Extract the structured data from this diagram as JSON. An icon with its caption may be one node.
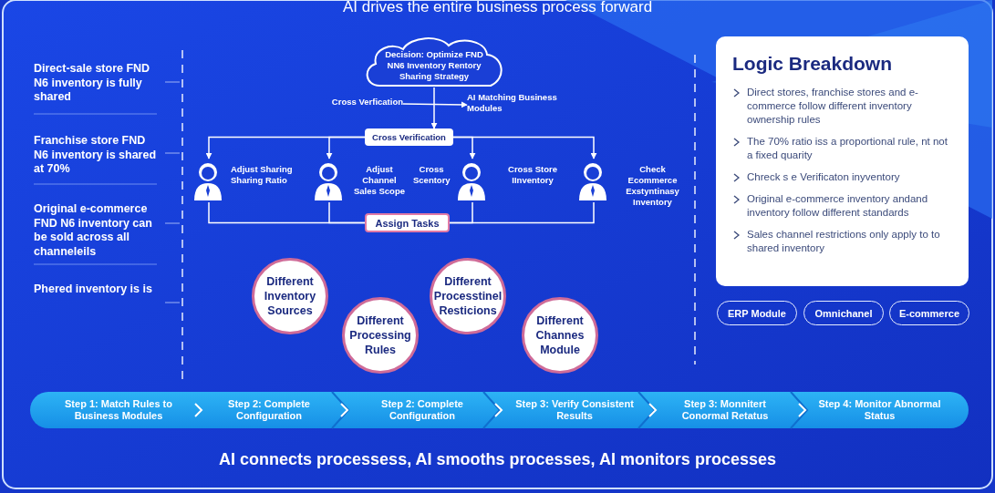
{
  "diagram": {
    "title": "AI drives the entire business process forward",
    "caption": "AI connects processess, AI smooths processes, AI monitors processes",
    "nodes": [
      {
        "text": [
          "Decision: Optimize FND NN6 Inventory Rentory Sharing Strategy"
        ]
      },
      {
        "text": [
          "Cross Verfication"
        ]
      },
      {
        "text": [
          "AI Matching Business Modules"
        ]
      },
      {
        "text": [
          "Cross Verification"
        ]
      },
      {
        "text": [
          "Adjust Sharing Sharing Ratio"
        ]
      },
      {
        "text": [
          "Adjust Channel Sales Scope",
          "Cross Scentory"
        ]
      },
      {
        "text": [
          "Cross Store IInventory"
        ]
      },
      {
        "text": [
          "Check Ecommerce Exstyntinasy Inventory"
        ]
      },
      {
        "text": [
          "Assign Tasks"
        ]
      },
      {
        "text": [
          "Different Inventory Sources"
        ]
      },
      {
        "text": [
          "Different Processing Rules"
        ]
      },
      {
        "text": [
          "Different Processtinel Resticions"
        ]
      },
      {
        "text": [
          "Different Channes Module"
        ]
      },
      {
        "text": [
          "Logic Breakdown",
          "Direct stores, franchise stores and e-commerce follow different inventory ownership rules",
          "The 70% ratio iss a proportional rule, nt not a fixed quarity",
          "Chreck s e Verificaton inyventory",
          "Original e-commerce inventory andand inventory follow different standards",
          "Sales channel restrictions only apply to to shared inventory"
        ]
      },
      {
        "text": [
          "ERP Module"
        ]
      },
      {
        "text": [
          "Omnichanel"
        ]
      },
      {
        "text": [
          "E-commerce"
        ]
      },
      {
        "text": [
          "Step 1: Match Rules to Business Modules"
        ]
      },
      {
        "text": [
          "Step 2: Complete Configuration"
        ]
      },
      {
        "text": [
          "Step 2: Complete Configuration"
        ]
      },
      {
        "text": [
          "Step 3: Verify Consistent Results"
        ]
      },
      {
        "text": [
          "Step 3: Monnitert Conormal Retatus"
        ]
      },
      {
        "text": [
          "Step 4: Monitor Abnormal Status"
        ]
      }
    ],
    "edges": [
      {
        "from": 0,
        "to": 3,
        "arrow": "to"
      },
      {
        "from": 1,
        "to": 2,
        "arrow": "to"
      },
      {
        "from": 3,
        "to": 4,
        "arrow": "to"
      },
      {
        "from": 3,
        "to": 5,
        "arrow": "to"
      },
      {
        "from": 3,
        "to": 6,
        "arrow": "to"
      },
      {
        "from": 3,
        "to": 7,
        "arrow": "to"
      },
      {
        "from": 4,
        "to": 8,
        "arrow": "none"
      },
      {
        "from": 5,
        "to": 8,
        "arrow": "none"
      },
      {
        "from": 6,
        "to": 8,
        "arrow": "none"
      },
      {
        "from": 7,
        "to": 8,
        "arrow": "none"
      },
      {
        "from": 17,
        "to": 18,
        "arrow": "to"
      },
      {
        "from": 18,
        "to": 19,
        "arrow": "to"
      },
      {
        "from": 19,
        "to": 20,
        "arrow": "to"
      },
      {
        "from": 20,
        "to": 21,
        "arrow": "to"
      },
      {
        "from": 21,
        "to": 22,
        "arrow": "to"
      }
    ],
    "labels": [
      "Direct-sale store FND N6 inventory is fully shared",
      "Franchise store FND N6 inventory is shared at 70%",
      "Original e-commerce FND N6 inventory can be sold across all channeleils",
      "Phered inventory is is"
    ]
  }
}
